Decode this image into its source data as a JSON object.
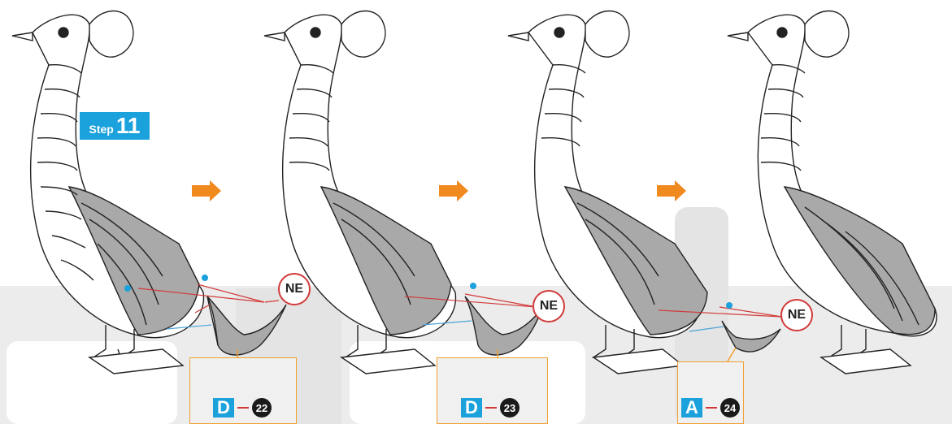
{
  "step": {
    "word": "Step",
    "number": "11"
  },
  "note_label": "NE",
  "parts": [
    {
      "letter": "D",
      "number": "22"
    },
    {
      "letter": "D",
      "number": "23"
    },
    {
      "letter": "A",
      "number": "24"
    }
  ],
  "colors": {
    "accent_blue": "#1ba1dc",
    "arrow_orange": "#f0891e",
    "guide_red": "#d23a3a",
    "guide_blue": "#4aa3d8",
    "panel_gray": "#a9a9a9",
    "band_gray": "#e6e6e6"
  }
}
